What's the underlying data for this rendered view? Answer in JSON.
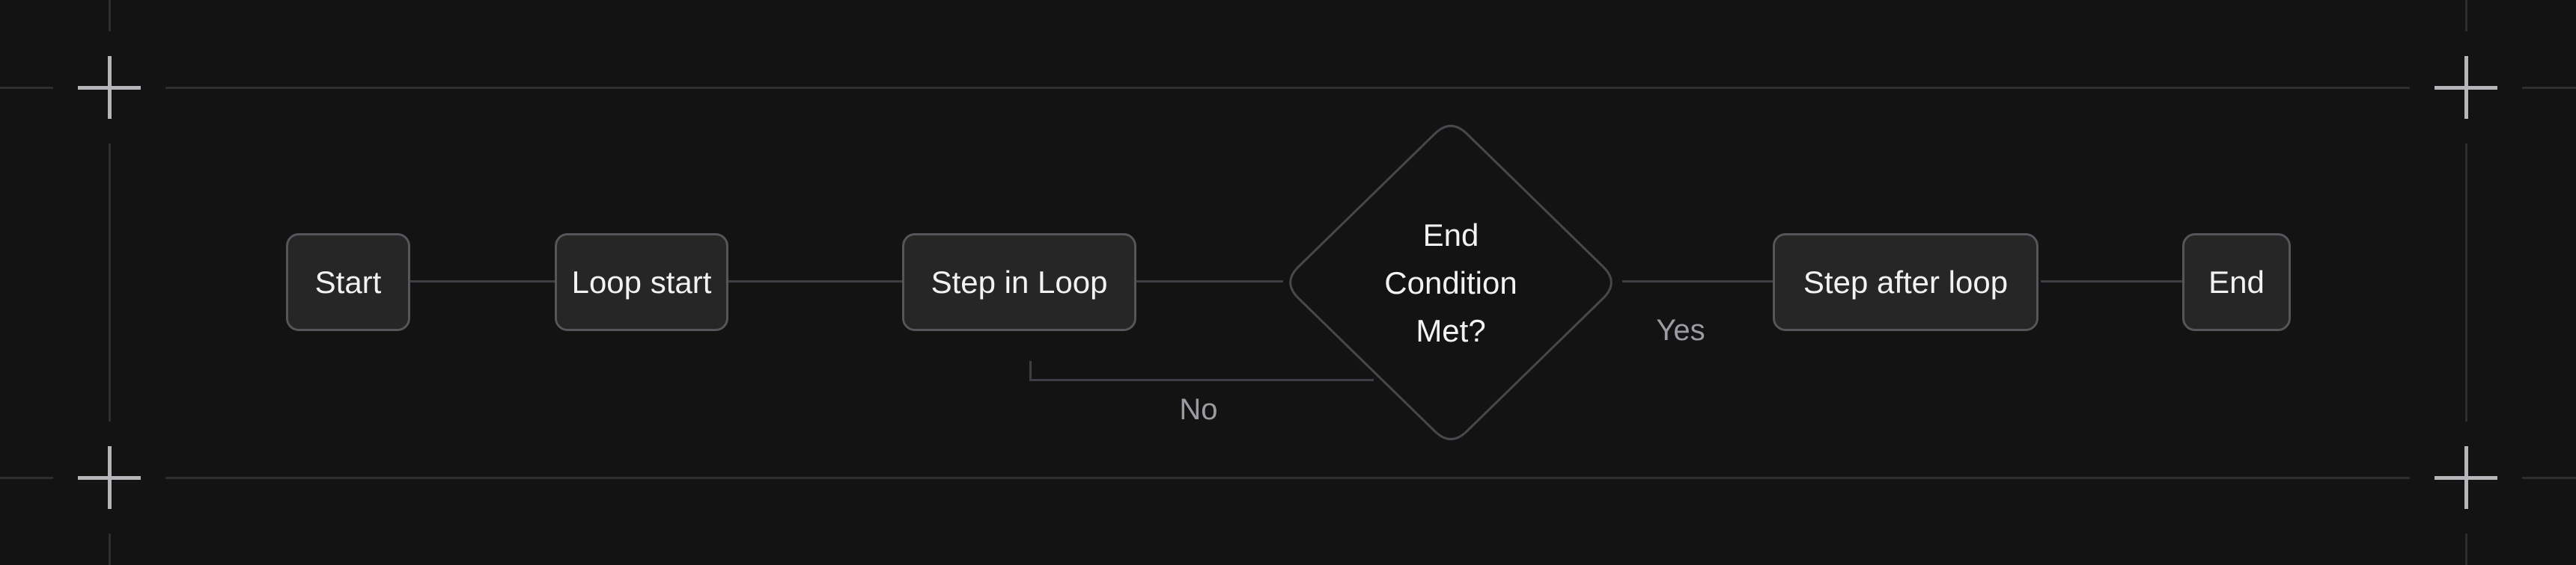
{
  "diagram": {
    "nodes": {
      "start": {
        "label": "Start",
        "shape": "rounded-rect"
      },
      "loop_start": {
        "label": "Loop start",
        "shape": "rounded-rect"
      },
      "step_in_loop": {
        "label": "Step in Loop",
        "shape": "rounded-rect"
      },
      "decision": {
        "lines": [
          "End",
          "Condition",
          "Met?"
        ],
        "shape": "diamond"
      },
      "step_after_loop": {
        "label": "Step after loop",
        "shape": "rounded-rect"
      },
      "end": {
        "label": "End",
        "shape": "rounded-rect"
      }
    },
    "edge_labels": {
      "yes": "Yes",
      "no": "No"
    }
  },
  "colors": {
    "background": "#131314",
    "node_fill": "#262627",
    "node_border": "#55555a",
    "node_text": "#f2f2f2",
    "edge": "#3e3e44",
    "edge_label": "#9b9ba1",
    "diamond_border": "#47474c",
    "guide_line": "#2e2e32",
    "cross_mark": "#b6b6ba"
  }
}
